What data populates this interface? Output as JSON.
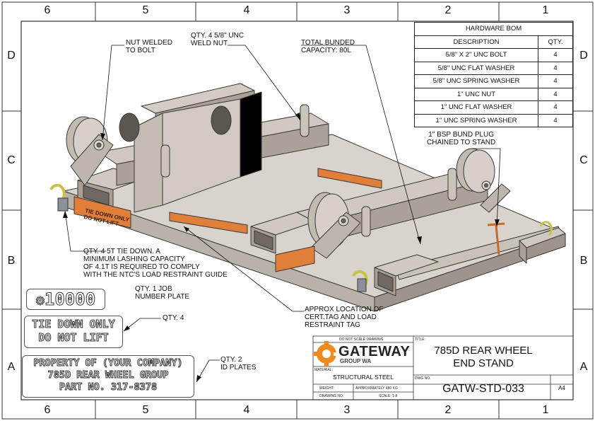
{
  "zones": {
    "columns": [
      "6",
      "5",
      "4",
      "3",
      "2",
      "1"
    ],
    "rows": [
      "D",
      "C",
      "B",
      "A"
    ]
  },
  "bom": {
    "title": "HARDWARE BOM",
    "headers": [
      "DESCRIPTION",
      "QTY."
    ],
    "rows": [
      {
        "desc": "5/8\" X 2\" UNC BOLT",
        "qty": "4"
      },
      {
        "desc": "5/8\" UNC FLAT WASHER",
        "qty": "4"
      },
      {
        "desc": "5/8\" UNC SPRING WASHER",
        "qty": "4"
      },
      {
        "desc": "1\" UNC NUT",
        "qty": "4"
      },
      {
        "desc": "1\" UNC FLAT WASHER",
        "qty": "4"
      },
      {
        "desc": "1\" UNC SPRING WASHER",
        "qty": "4"
      }
    ]
  },
  "callouts": {
    "nut_welded": "NUT WELDED\nTO BOLT",
    "weld_nut": "QTY. 4 5/8\" UNC\nWELD NUT",
    "bunded_capacity": "TOTAL BUNDED\nCAPACITY: 80L",
    "bund_plug": "1\" BSP BUND PLUG\nCHAINED TO STAND",
    "tie_down": "QTY. 4 5T TIE DOWN. A\nMINIMUM LASHING CAPACITY\nOF 4.1T IS REQUIRED TO COMPLY\nWITH THE NTC'S LOAD RESTRAINT GUIDE",
    "job_plate": "QTY. 1 JOB\nNUMBER PLATE",
    "tie_qty": "QTY. 4",
    "id_plates": "QTY. 2\nID PLATES",
    "cert_tag": "APPROX LOCATION OF\nCERT.TAG AND LOAD\nRESTRAINT TAG"
  },
  "plates": {
    "job_number": "10000",
    "tie_down_lines": [
      "TIE DOWN ONLY",
      "DO NOT LIFT"
    ],
    "id_lines": [
      "PROPERTY OF (YOUR COMPANY)",
      "785D REAR WHEEL GROUP",
      "PART NO. 317-8378"
    ]
  },
  "model_labels": {
    "tie_down_sticker": "TIE DOWN ONLY\nDO NOT LIFT"
  },
  "title_block": {
    "do_not_scale": "DO NOT SCALE DRAWING",
    "brand": "GATEWAY",
    "brand_sub": "GROUP WA",
    "title_label": "TITLE:",
    "title": "785D REAR WHEEL\nEND STAND",
    "material_label": "MATERIAL:",
    "material": "STRUCTURAL STEEL",
    "dwg_label": "DWG NO.",
    "dwg_no": "GATW-STD-033",
    "size": "A4",
    "weight_label": "WEIGHT:",
    "weight": "APPROXIMATELY 480 KG",
    "drawing_no_label": "DRAWING NO.",
    "scale": "SCALE: 1:8"
  },
  "colors": {
    "frame": "#333333",
    "steel_light": "#d8d3cc",
    "steel_mid": "#b9b2a9",
    "steel_dark": "#8f877e",
    "sticker": "#e07f3a",
    "tie_yellow": "#d8d04a",
    "brand_orange": "#f08a1c"
  }
}
